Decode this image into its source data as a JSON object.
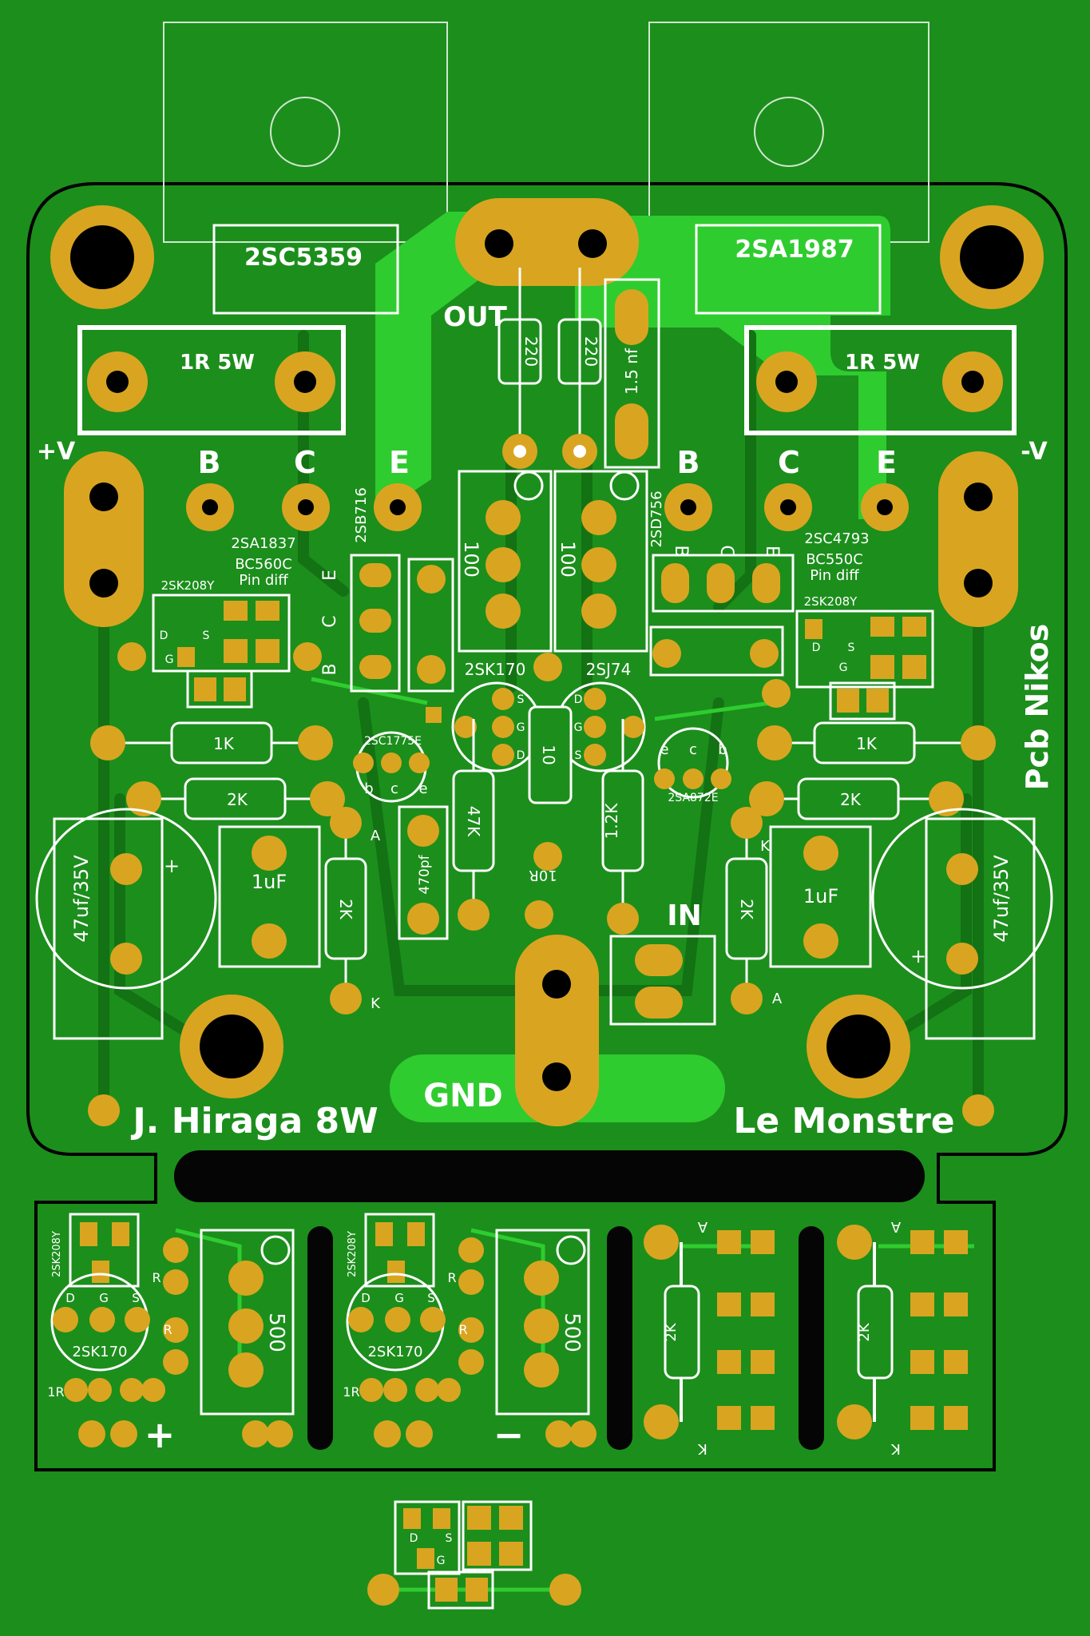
{
  "board": {
    "title": "J. Hiraga 8W",
    "subtitle": "Le Monstre",
    "author": "Pcb Nikos",
    "colors": {
      "board": "#1c8e1c",
      "trace": "#178017",
      "pour": "#2fcc2f",
      "pad": "#d9a520",
      "silk": "#ffffff",
      "slot": "#050505"
    }
  },
  "heatsink": {
    "left_part": "2SC5359",
    "right_part": "2SA1987",
    "left_resistor": "1R 5W",
    "right_resistor": "1R 5W",
    "out_label": "OUT",
    "pin_b": "B",
    "pin_c": "C",
    "pin_e": "E"
  },
  "power": {
    "pos": "+V",
    "neg": "-V",
    "cap_value": "47uf/35V",
    "gnd": "GND",
    "in": "IN",
    "plus": "+"
  },
  "labels": {
    "r220": "220",
    "c1n5": "1.5 nf",
    "pot100": "100",
    "q_2sa1837": "2SA1837",
    "q_2sc4793": "2SC4793",
    "q_2sb716": "2SB716",
    "q_2sd756": "2SD756",
    "bc560": "BC560C",
    "bc550": "BC550C",
    "pin_diff": "Pin diff",
    "jfet_y": "2SK208Y",
    "jfet_n": "2SK170",
    "jfet_p": "2SJ74",
    "q_2sc1775": "2SC1775E",
    "q_2sa872": "2SA872E",
    "r1k": "1K",
    "r2k": "2K",
    "r47k": "47K",
    "r1_2k": "1.2K",
    "r10": "10",
    "r10r": "10R",
    "c470": "470pf",
    "c1u": "1uF",
    "pot500": "500",
    "r1r": "1R",
    "pin_a": "A",
    "pin_k": "K",
    "pin_r": "R",
    "pin_d": "D",
    "pin_s": "S",
    "pin_g": "G",
    "pin_b_low": "b",
    "pin_c_low": "c",
    "pin_e_low": "e",
    "minus": "−"
  }
}
